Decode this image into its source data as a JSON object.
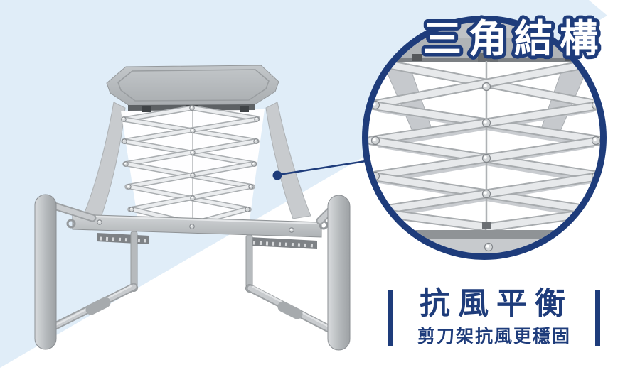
{
  "detail_callout": {
    "title": "三角結構"
  },
  "caption": {
    "heading": "抗風平衡",
    "subheading": "剪刀架抗風更穩固"
  },
  "colors": {
    "navy": "#1e3c7b",
    "light_blue": "#e0edf8",
    "metal_light": "#e7e9eb",
    "metal_mid": "#b6babd",
    "metal_dark": "#8f9396",
    "white": "#ffffff"
  },
  "illustrations": {
    "main": "ceiling-drying-rack-render",
    "detail": "scissor-arm-closeup"
  }
}
